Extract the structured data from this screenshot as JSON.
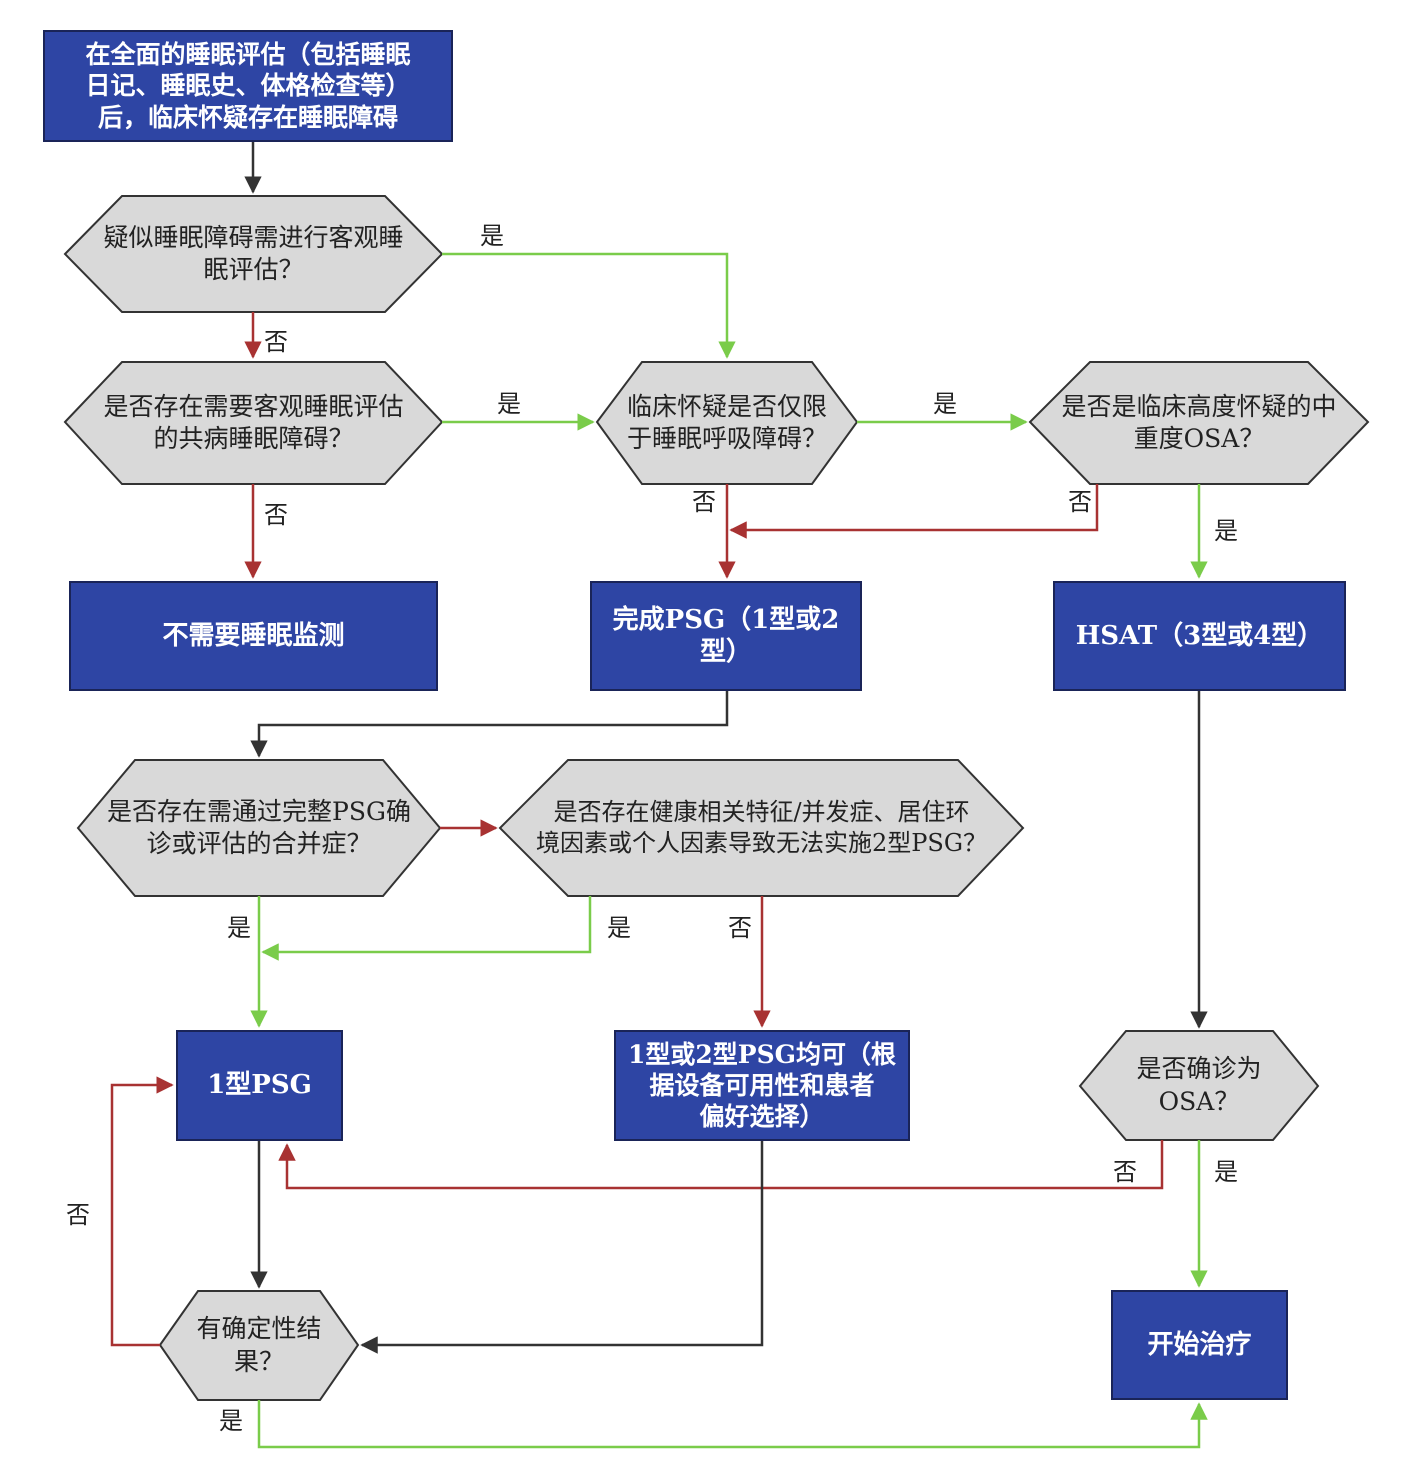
{
  "boxes": {
    "start": "在全面的睡眠评估（包括睡眠\n日记、睡眠史、体格检查等）\n后，临床怀疑存在睡眠障碍",
    "no_monitoring": "不需要睡眠监测",
    "psg_1_2": "完成PSG（1型或2\n型）",
    "hsat": "HSAT（3型或4型）",
    "type1_psg": "1型PSG",
    "psg_either": "1型或2型PSG均可（根\n据设备可用性和患者\n偏好选择）",
    "start_treatment": "开始治疗"
  },
  "decisions": {
    "need_objective": "疑似睡眠障碍需进行客观睡\n眠评估？",
    "comorbid": "是否存在需要客观睡眠评估\n的共病睡眠障碍？",
    "only_sdb": "临床怀疑是否仅限\n于睡眠呼吸障碍？",
    "high_osa": "是否是临床高度怀疑的中\n重度OSA？",
    "complete_psg_needed": "是否存在需通过完整PSG确\n诊或评估的合并症？",
    "cannot_type2": "是否存在健康相关特征/并发症、居住环\n境因素或个人因素导致无法实施2型PSG？",
    "confirmed_osa": "是否确诊为\nOSA？",
    "definitive": "有确定性结\n果？"
  },
  "labels": {
    "yes": "是",
    "no": "否"
  },
  "colors": {
    "box_fill": "#2e45a4",
    "decision_fill": "#d9d9d9",
    "yes_line": "#7acc4a",
    "no_line": "#a83232",
    "neutral_line": "#333333"
  }
}
